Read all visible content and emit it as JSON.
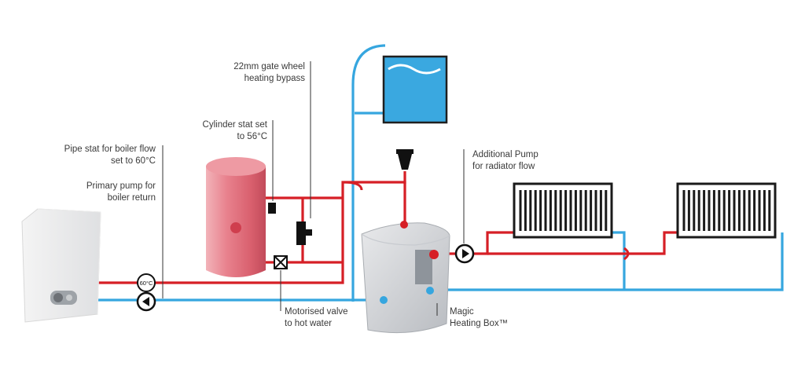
{
  "labels": {
    "bypass": "22mm gate wheel\nheating bypass",
    "cylinder_stat": "Cylinder stat set\nto 56°C",
    "pipe_stat": "Pipe stat for boiler flow\nset to 60°C",
    "primary_pump": "Primary pump for\nboiler return",
    "additional_pump": "Additional Pump\nfor radiator flow",
    "motorised_valve": "Motorised valve\nto hot water",
    "magic_box": "Magic\nHeating Box™",
    "stat_badge": "60°C"
  },
  "colors": {
    "flow_red": "#d61f26",
    "return_blue": "#36a6df",
    "tank_blue": "#3aa8e0",
    "cylinder_pink": "#e46a78",
    "leader_line": "#333333"
  },
  "icons": [
    "boiler-icon",
    "cylinder-icon",
    "header-tank-icon",
    "funnel-icon",
    "magic-box-icon",
    "radiator-icon",
    "pump-icon",
    "motorised-valve-icon",
    "gate-valve-icon",
    "pipe-stat-icon"
  ]
}
